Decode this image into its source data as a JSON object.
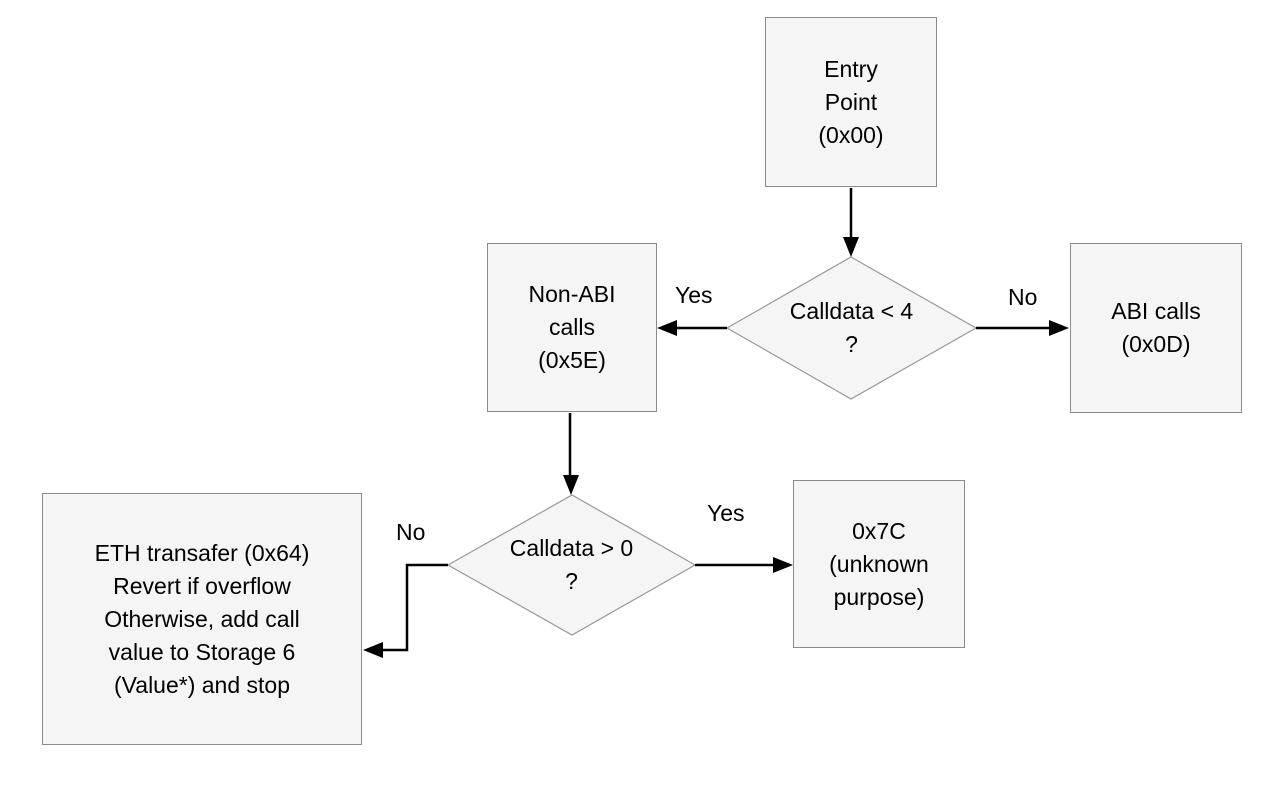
{
  "diagram": {
    "type": "flowchart",
    "subject": "EVM bytecode entry point dispatch flow"
  },
  "colors": {
    "background": "#ffffff",
    "node_fill": "#f5f5f5",
    "node_border": "#8b8b8b",
    "diamond_border": "#999999",
    "line": "#000000",
    "text": "#000000"
  },
  "nodes": {
    "entry": {
      "shape": "box",
      "lines": [
        "Entry",
        "Point",
        "(0x00)"
      ]
    },
    "decision_calldata_lt4": {
      "shape": "diamond",
      "lines": [
        "Calldata < 4",
        "?"
      ]
    },
    "non_abi": {
      "shape": "box",
      "lines": [
        "Non-ABI",
        "calls",
        "(0x5E)"
      ]
    },
    "abi": {
      "shape": "box",
      "lines": [
        "ABI calls",
        "(0x0D)"
      ]
    },
    "decision_calldata_gt0": {
      "shape": "diamond",
      "lines": [
        "Calldata > 0",
        "?"
      ]
    },
    "unknown_purpose": {
      "shape": "box",
      "lines": [
        "0x7C",
        "(unknown",
        "purpose)"
      ]
    },
    "eth_transfer": {
      "shape": "box",
      "lines": [
        "ETH transafer (0x64)",
        "Revert if overflow",
        "Otherwise, add call",
        "value to Storage 6",
        "(Value*) and stop"
      ]
    }
  },
  "edges": {
    "entry_to_lt4": {
      "from": "entry",
      "to": "decision_calldata_lt4",
      "label": ""
    },
    "lt4_yes": {
      "from": "decision_calldata_lt4",
      "to": "non_abi",
      "label": "Yes"
    },
    "lt4_no": {
      "from": "decision_calldata_lt4",
      "to": "abi",
      "label": "No"
    },
    "nonabi_to_gt0": {
      "from": "non_abi",
      "to": "decision_calldata_gt0",
      "label": ""
    },
    "gt0_yes": {
      "from": "decision_calldata_gt0",
      "to": "unknown_purpose",
      "label": "Yes"
    },
    "gt0_no": {
      "from": "decision_calldata_gt0",
      "to": "eth_transfer",
      "label": "No"
    }
  }
}
